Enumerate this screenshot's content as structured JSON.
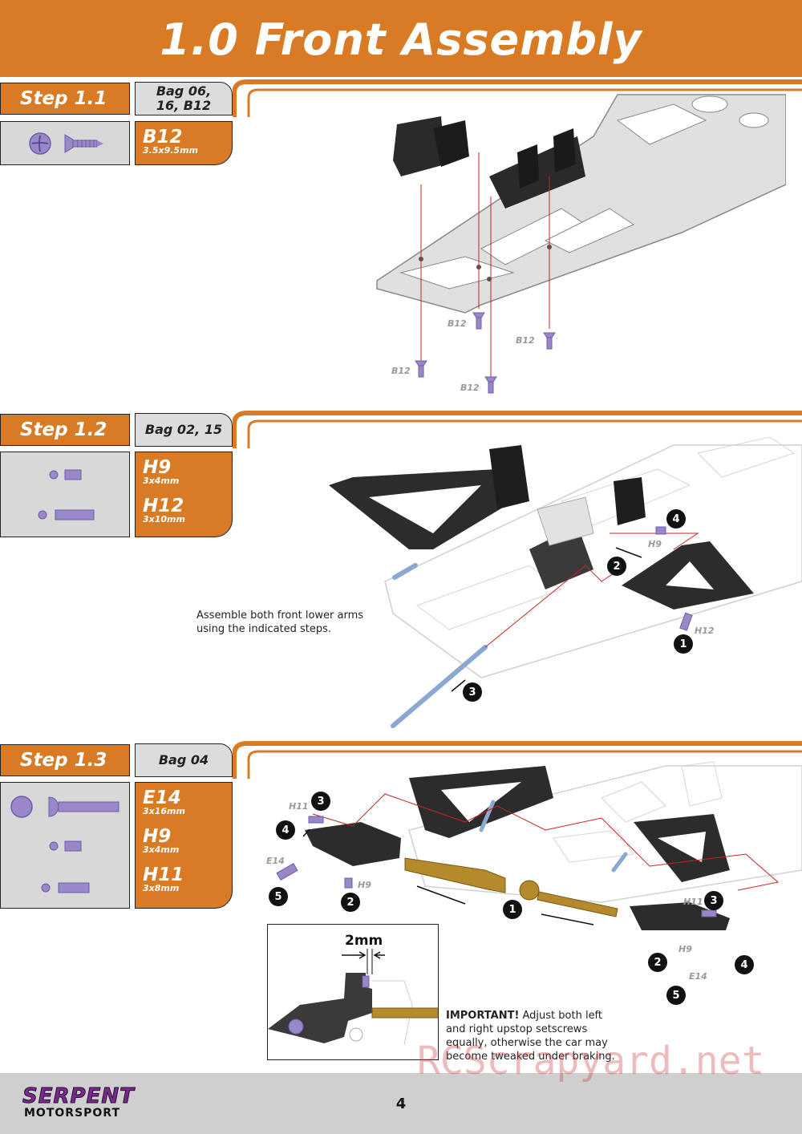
{
  "header": {
    "title": "1.0 Front Assembly"
  },
  "colors": {
    "accent": "#d97a24",
    "part_purple": "#9a87c9",
    "panel_gray": "#d8d8d8",
    "guide_red": "#cc2222"
  },
  "step1": {
    "label": "Step 1.1",
    "bag_line1": "Bag 06,",
    "bag_line2": "16, B12",
    "parts": [
      {
        "name": "B12",
        "size": "3.5x9.5mm"
      }
    ],
    "icons": [
      "phillips-head-icon",
      "countersunk-screw-icon"
    ],
    "screw_labels": [
      "B12",
      "B12",
      "B12",
      "B12"
    ]
  },
  "step2": {
    "label": "Step 1.2",
    "bag": "Bag 02, 15",
    "parts": [
      {
        "name": "H9",
        "size": "3x4mm"
      },
      {
        "name": "H12",
        "size": "3x10mm"
      }
    ],
    "icons": [
      "setscrew-short-icon",
      "setscrew-long-icon"
    ],
    "note_line1": "Assemble both front lower arms",
    "note_line2": "using the indicated steps.",
    "callouts": [
      "1",
      "2",
      "3",
      "4"
    ],
    "part_labels": [
      "H9",
      "H12"
    ]
  },
  "step3": {
    "label": "Step 1.3",
    "bag": "Bag 04",
    "parts": [
      {
        "name": "E14",
        "size": "3x16mm"
      },
      {
        "name": "H9",
        "size": "3x4mm"
      },
      {
        "name": "H11",
        "size": "3x8mm"
      }
    ],
    "icons": [
      "button-head-screw-icon",
      "setscrew-short-icon",
      "setscrew-medium-icon"
    ],
    "callouts_left": [
      "3",
      "4",
      "5",
      "2"
    ],
    "callouts_center": [
      "1"
    ],
    "callouts_right": [
      "3",
      "2",
      "4",
      "5"
    ],
    "part_labels_left": [
      "H11",
      "E14",
      "H9"
    ],
    "part_labels_right": [
      "H11",
      "H9",
      "E14"
    ],
    "inset_dimension": "2mm",
    "important_bold": "IMPORTANT!",
    "important_rest": " Adjust both left",
    "important_line2": "and right upstop setscrews",
    "important_line3": "equally, otherwise the car may",
    "important_line4": "become tweaked under braking."
  },
  "footer": {
    "brand_line1": "SERPENT",
    "brand_line2": "MOTORSPORT",
    "page_number": "4"
  },
  "watermark": "RCScrapyard.net"
}
